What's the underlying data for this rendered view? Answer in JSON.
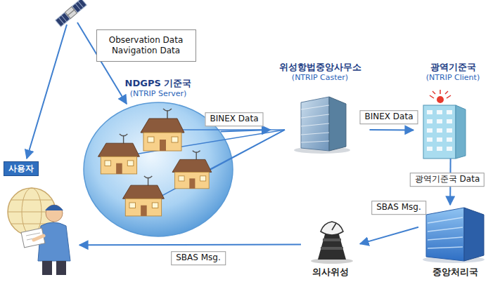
{
  "diagram": {
    "nodes": [
      {
        "text": [
          "Observation Data",
          "Navigation Data"
        ]
      },
      {
        "text": [
          "NDGPS 기준국",
          "(NTRIP Server)"
        ]
      },
      {
        "text": [
          "위성항법중앙사무소",
          "(NTRIP Caster)"
        ]
      },
      {
        "text": [
          "광역기준국",
          "(NTRIP Client)"
        ]
      },
      {
        "text": [
          "사용자"
        ]
      },
      {
        "text": [
          "중앙처리국"
        ]
      },
      {
        "text": [
          "의사위성"
        ]
      }
    ],
    "edges": [
      {
        "from": 1,
        "to": 2,
        "label": "BINEX Data",
        "arrow": "to"
      },
      {
        "from": 2,
        "to": 3,
        "label": "BINEX Data",
        "arrow": "to"
      },
      {
        "from": 3,
        "to": 5,
        "label": "광역기준국 Data",
        "arrow": "to"
      },
      {
        "from": 5,
        "to": 6,
        "label": "SBAS Msg.",
        "arrow": "to"
      },
      {
        "from": 6,
        "to": 4,
        "label": "SBAS Msg.",
        "arrow": "to"
      }
    ]
  }
}
